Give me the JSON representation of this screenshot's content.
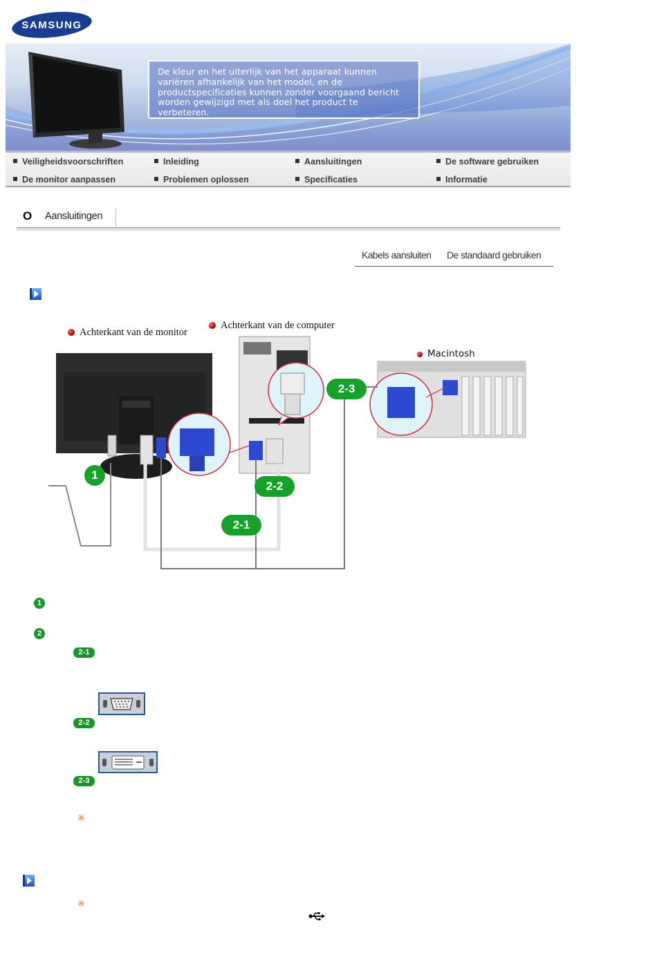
{
  "brand": {
    "name": "SAMSUNG",
    "color": "#1a3d8f"
  },
  "banner": {
    "notice_lines": [
      "De kleur en het uiterlijk van het apparaat kunnen",
      "variëren afhankelijk van het model, en de",
      "productspecificaties kunnen zonder voorgaand bericht",
      "worden gewijzigd met als doel het product te",
      "verbeteren."
    ]
  },
  "nav": {
    "items": [
      {
        "label": "Veiligheidsvoorschriften"
      },
      {
        "label": "Inleiding"
      },
      {
        "label": "Aansluitingen"
      },
      {
        "label": "De software gebruiken"
      },
      {
        "label": "De monitor aanpassen"
      },
      {
        "label": "Problemen oplossen"
      },
      {
        "label": "Specificaties"
      },
      {
        "label": "Informatie"
      }
    ]
  },
  "section": {
    "marker": "O",
    "title": "Aansluitingen"
  },
  "tabs": [
    {
      "label": "Kabels aansluiten"
    },
    {
      "label": "De standaard gebruiken"
    }
  ],
  "diagram": {
    "labels": {
      "monitor_back": "Achterkant van de monitor",
      "computer_back": "Achterkant van de computer",
      "macintosh": "Macintosh"
    },
    "badges": [
      "1",
      "2-1",
      "2-2",
      "2-3"
    ],
    "accent_green": "#16a12a",
    "label_dot_color": "#b80000"
  },
  "steps": [
    {
      "marker": "1"
    },
    {
      "marker": "2",
      "substeps": [
        {
          "marker": "2-1",
          "connector": "d-sub-15-pin"
        },
        {
          "marker": "2-2",
          "connector": "dvi"
        },
        {
          "marker": "2-3"
        }
      ]
    }
  ],
  "notes": {
    "symbol": "※"
  }
}
